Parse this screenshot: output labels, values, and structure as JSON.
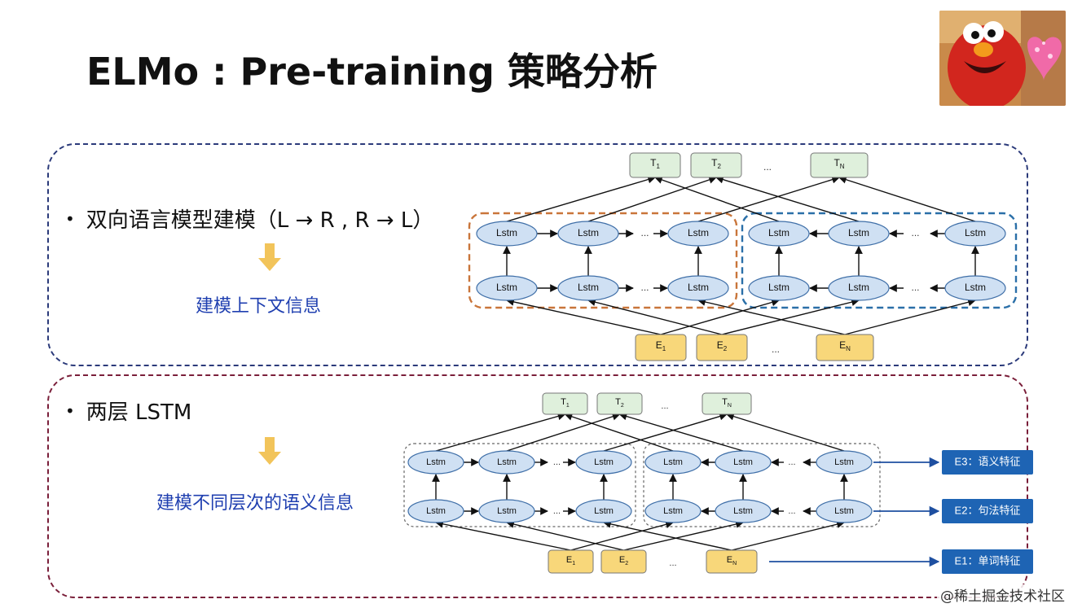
{
  "slide": {
    "title": "ELMo : Pre-training 策略分析"
  },
  "section_top": {
    "bullet": "双向语言模型建模（L → R , R → L）",
    "result": "建模上下文信息",
    "outputs": [
      "T1",
      "T2",
      "TN"
    ],
    "inputs": [
      "E1",
      "E2",
      "EN"
    ],
    "cell_label": "Lstm",
    "ellipsis": "..."
  },
  "section_bottom": {
    "bullet": "两层 LSTM",
    "result": "建模不同层次的语义信息",
    "outputs": [
      "T1",
      "T2",
      "TN"
    ],
    "inputs": [
      "E1",
      "E2",
      "EN"
    ],
    "cell_label": "Lstm",
    "ellipsis": "...",
    "feature_labels": [
      "E3：语义特征",
      "E2：句法特征",
      "E1：单词特征"
    ]
  },
  "watermark": "@稀土掘金技术社区",
  "colors": {
    "lstm_fill": "#cfe0f3",
    "lstm_stroke": "#3f6fa8",
    "output_fill": "#dff0dc",
    "input_fill": "#f8d77a",
    "forward_group": "#c9753a",
    "backward_group": "#2a6fa8",
    "feature_box": "#1e64b4",
    "arrow_yellow": "#f2c45a"
  }
}
